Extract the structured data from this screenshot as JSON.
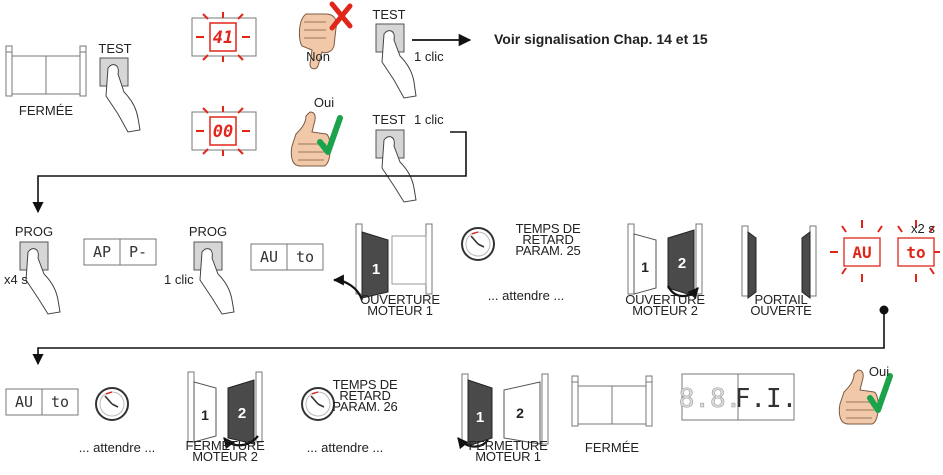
{
  "labels": {
    "test": "TEST",
    "prog": "PROG",
    "fermee": "FERMÉE",
    "non": "Non",
    "oui": "Oui",
    "one_clic": "1 clic",
    "x4s": "x4 s",
    "x2s": "x2 s",
    "voir": "Voir signalisation Chap. 14 et 15",
    "temps_l1": "TEMPS DE",
    "temps_l2": "RETARD",
    "temps_param25": "PARAM. 25",
    "temps_param26": "PARAM. 26",
    "attendre": "... attendre ...",
    "ouverture": "OUVERTURE",
    "moteur1": "MOTEUR 1",
    "moteur2": "MOTEUR 2",
    "portail": "PORTAIL",
    "ouverte": "OUVERTE",
    "fermeture": "FERMETURE"
  },
  "displays": {
    "err_code": "41",
    "ok_code": "00",
    "ap": "AP",
    "p_dash": "P-",
    "au": "AU",
    "to": "to",
    "fi": "F.I.",
    "eights": "8.8."
  },
  "leaves": {
    "one": "1",
    "two": "2"
  },
  "colors": {
    "red": "#e0261b",
    "green": "#1aa34a",
    "skin": "#f2c9a8"
  }
}
